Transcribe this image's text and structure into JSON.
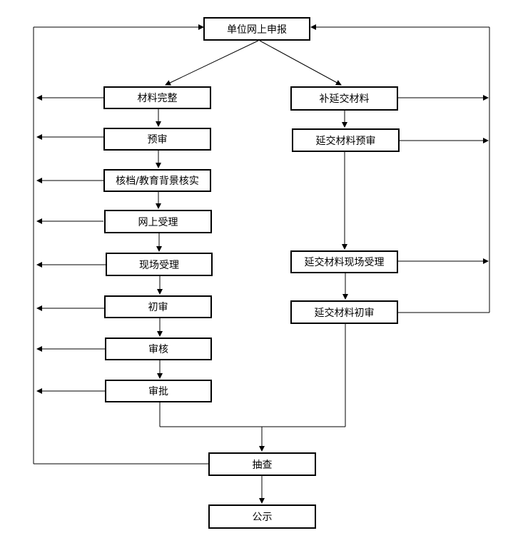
{
  "nodes": {
    "apply_online": "单位网上申报",
    "materials_complete": "材料完整",
    "pre_review": "预审",
    "archive_check": "核档/教育背景核实",
    "online_accept": "网上受理",
    "onsite_accept": "现场受理",
    "first_review": "初审",
    "review": "审核",
    "approve": "审批",
    "supplement": "补延交材料",
    "late_pre_review": "延交材料预审",
    "late_onsite_accept": "延交材料现场受理",
    "late_first_review": "延交材料初审",
    "spot_check": "抽查",
    "publicize": "公示"
  }
}
